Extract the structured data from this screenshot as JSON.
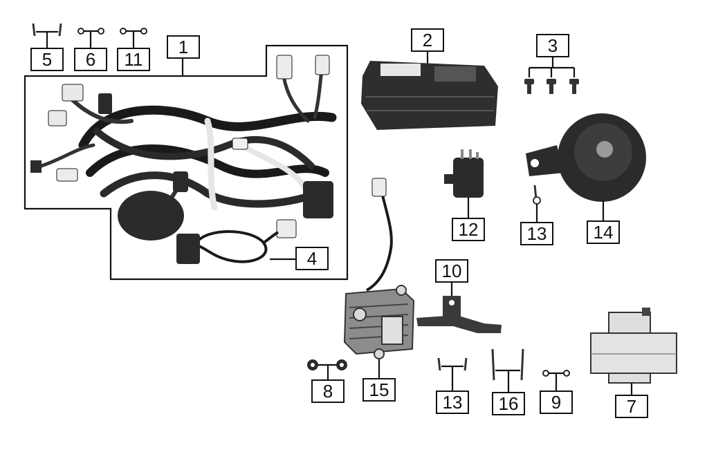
{
  "callouts": {
    "c1": "1",
    "c2": "2",
    "c3": "3",
    "c4": "4",
    "c5": "5",
    "c6": "6",
    "c7": "7",
    "c8": "8",
    "c9": "9",
    "c10": "10",
    "c11": "11",
    "c12": "12",
    "c13a": "13",
    "c13b": "13",
    "c14": "14",
    "c15": "15",
    "c16": "16"
  },
  "colors": {
    "ink": "#111111",
    "part_dark": "#2b2b2b",
    "part_mid": "#7a7a7a",
    "part_light": "#d9d9d9",
    "background": "#ffffff"
  }
}
